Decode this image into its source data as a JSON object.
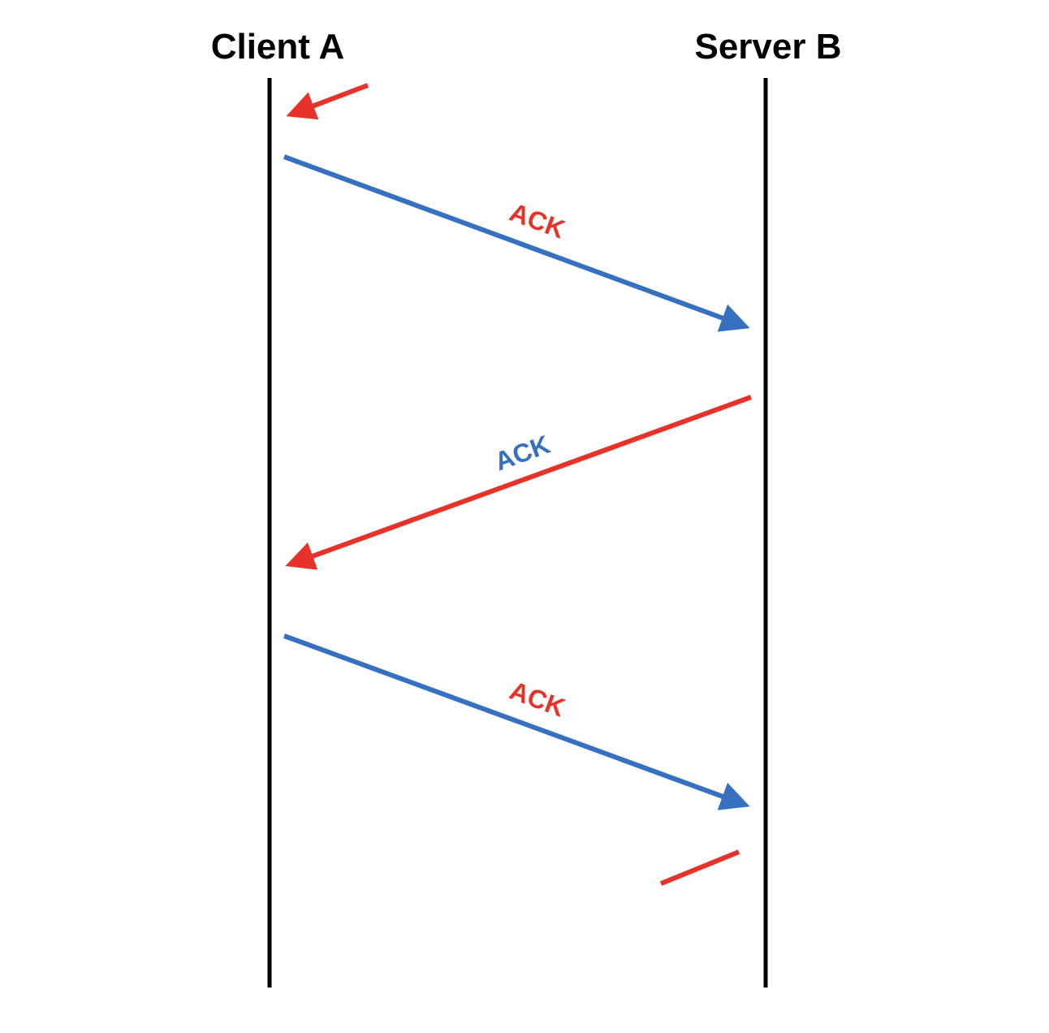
{
  "participants": {
    "client": {
      "label": "Client A"
    },
    "server": {
      "label": "Server B"
    }
  },
  "messages": [
    {
      "id": "incoming-partial",
      "direction": "server-to-client",
      "color": "#e63228",
      "label": ""
    },
    {
      "id": "msg-1",
      "direction": "client-to-server",
      "color": "#3670c0",
      "label": "ACK",
      "label_color": "#e63228"
    },
    {
      "id": "msg-2",
      "direction": "server-to-client",
      "color": "#e63228",
      "label": "ACK",
      "label_color": "#3670c0"
    },
    {
      "id": "msg-3",
      "direction": "client-to-server",
      "color": "#3670c0",
      "label": "ACK",
      "label_color": "#e63228"
    },
    {
      "id": "outgoing-partial",
      "direction": "server-to-client",
      "color": "#e63228",
      "label": ""
    }
  ],
  "colors": {
    "blue": "#3670c0",
    "red": "#e63228",
    "lifeline": "#000000"
  }
}
